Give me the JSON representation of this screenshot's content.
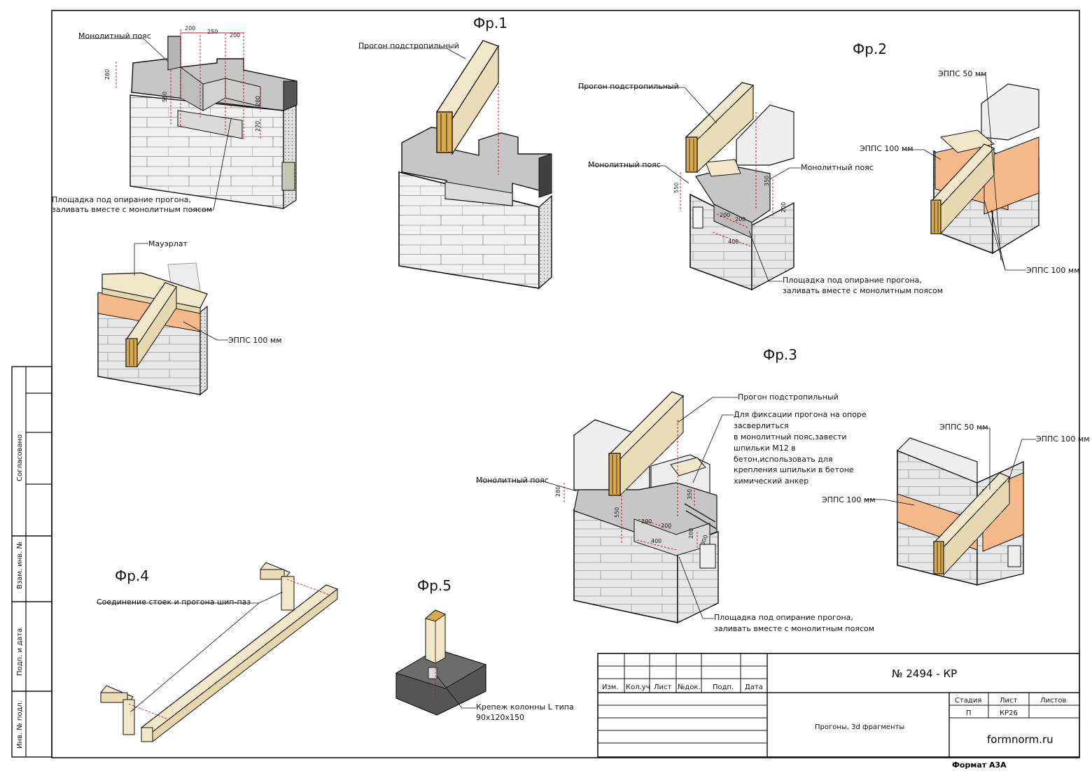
{
  "side_stamp": [
    "Согласовано",
    "Взам. инв. №",
    "Подп. и дата",
    "Инв. № подл."
  ],
  "fragments": {
    "f1": {
      "title": "Фр.1",
      "labels": {
        "monolith_belt": "Монолитный пояс",
        "purlin": "Прогон подстропильный",
        "platform_line1": "Площадка под опирание прогона,",
        "platform_line2": "заливать вместе с монолитным поясом"
      },
      "dims": [
        "200",
        "250",
        "200",
        "280",
        "550",
        "280",
        "270"
      ]
    },
    "f_mauerlat": {
      "labels": {
        "mauerlat": "Мауэрлат",
        "epps100": "ЭППС 100 мм"
      }
    },
    "f2": {
      "title": "Фр.2",
      "labels": {
        "purlin": "Прогон подстропильный",
        "monolith_belt_left": "Монолитный пояс",
        "monolith_belt_right": "Монолитный пояс",
        "platform_line1": "Площадка под опирание прогона,",
        "platform_line2": "заливать вместе с монолитным поясом",
        "epps50": "ЭППС 50 мм",
        "epps100_left": "ЭППС 100 мм",
        "epps100_right": "ЭППС 100 мм"
      },
      "dims": [
        "550",
        "350",
        "200",
        "200",
        "200",
        "400"
      ]
    },
    "f3": {
      "title": "Фр.3",
      "labels": {
        "purlin": "Прогон подстропильный",
        "fix_note": [
          "Для фиксации прогона на опоре",
          "засверлиться",
          " в монолитный пояс,завести",
          "шпильки М12 в",
          "бетон,использовать для",
          "крепления шпильки в бетоне",
          "химический анкер"
        ],
        "monolith_belt": "Монолитный пояс",
        "platform_line1": "Площадка под опирание прогона,",
        "platform_line2": "заливать вместе с монолитным поясом",
        "epps50": "ЭППС 50 мм",
        "epps100_right": "ЭППС 100 мм",
        "epps100_left": "ЭППС 100 мм"
      },
      "dims": [
        "280",
        "550",
        "350",
        "200",
        "200",
        "200",
        "400",
        "300"
      ]
    },
    "f4": {
      "title": "Фр.4",
      "labels": {
        "joint": "Соединение стоек и прогона шип-паз"
      }
    },
    "f5": {
      "title": "Фр.5",
      "labels": {
        "bracket_line1": "Крепеж колонны L типа",
        "bracket_line2": "90x120x150"
      }
    }
  },
  "stamp": {
    "doc_number": "№ 2494 - КР",
    "sheet_title": "Прогоны, 3d фрагменты",
    "columns": [
      "Изм.",
      "Кол.уч",
      "Лист",
      "№док.",
      "Подп.",
      "Дата"
    ],
    "stage_header": "Стадия",
    "sheet_header": "Лист",
    "sheets_header": "Листов",
    "stage": "П",
    "sheet": "КР26",
    "sheets": "",
    "site": "formnorm.ru",
    "format": "Формат А3А"
  },
  "colors": {
    "concrete": "#c8c8c8",
    "concrete_dark": "#a9a9a9",
    "block": "#f1f1f1",
    "wood": "#f2e7c9",
    "wood_end": "#d9a94a",
    "insulation": "#f6b98a",
    "dim_red": "#c0141e",
    "line": "#111111"
  }
}
